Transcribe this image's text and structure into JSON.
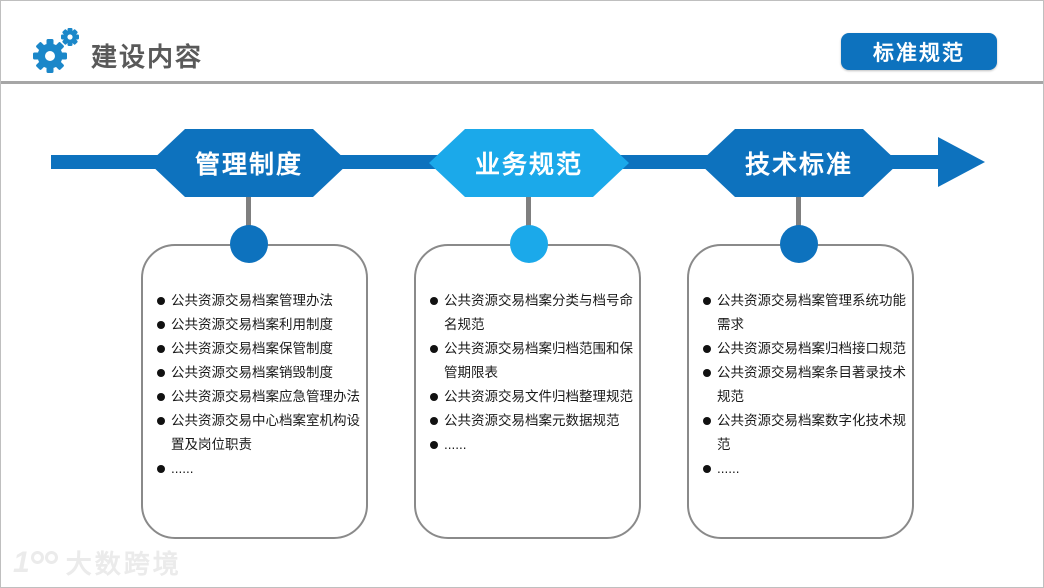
{
  "header": {
    "title": "建设内容",
    "badge": "标准规范"
  },
  "colors": {
    "primary_blue": "#0d72be",
    "light_blue": "#1ba9ea",
    "gear_blue": "#1b87c9",
    "connector_gray": "#7f7f7f",
    "card_border_gray": "#8a8a8a",
    "title_gray": "#595959",
    "text_black": "#1a1a1a"
  },
  "timeline": {
    "nodes": [
      {
        "label": "管理制度",
        "color": "#0d72be"
      },
      {
        "label": "业务规范",
        "color": "#1ba9ea"
      },
      {
        "label": "技术标准",
        "color": "#0d72be"
      }
    ]
  },
  "cards": [
    {
      "items": [
        "公共资源交易档案管理办法",
        "公共资源交易档案利用制度",
        "公共资源交易档案保管制度",
        "公共资源交易档案销毁制度",
        "公共资源交易档案应急管理办法",
        "公共资源交易中心档案室机构设置及岗位职责",
        "......"
      ]
    },
    {
      "items": [
        "公共资源交易档案分类与档号命名规范",
        "公共资源交易档案归档范围和保管期限表",
        "公共资源交易文件归档整理规范",
        "公共资源交易档案元数据规范",
        "......"
      ]
    },
    {
      "items": [
        "公共资源交易档案管理系统功能需求",
        "公共资源交易档案归档接口规范",
        "公共资源交易档案条目著录技术规范",
        "公共资源交易档案数字化技术规范",
        "......"
      ]
    }
  ],
  "watermark": {
    "logo": "100",
    "text": "大数跨境"
  }
}
